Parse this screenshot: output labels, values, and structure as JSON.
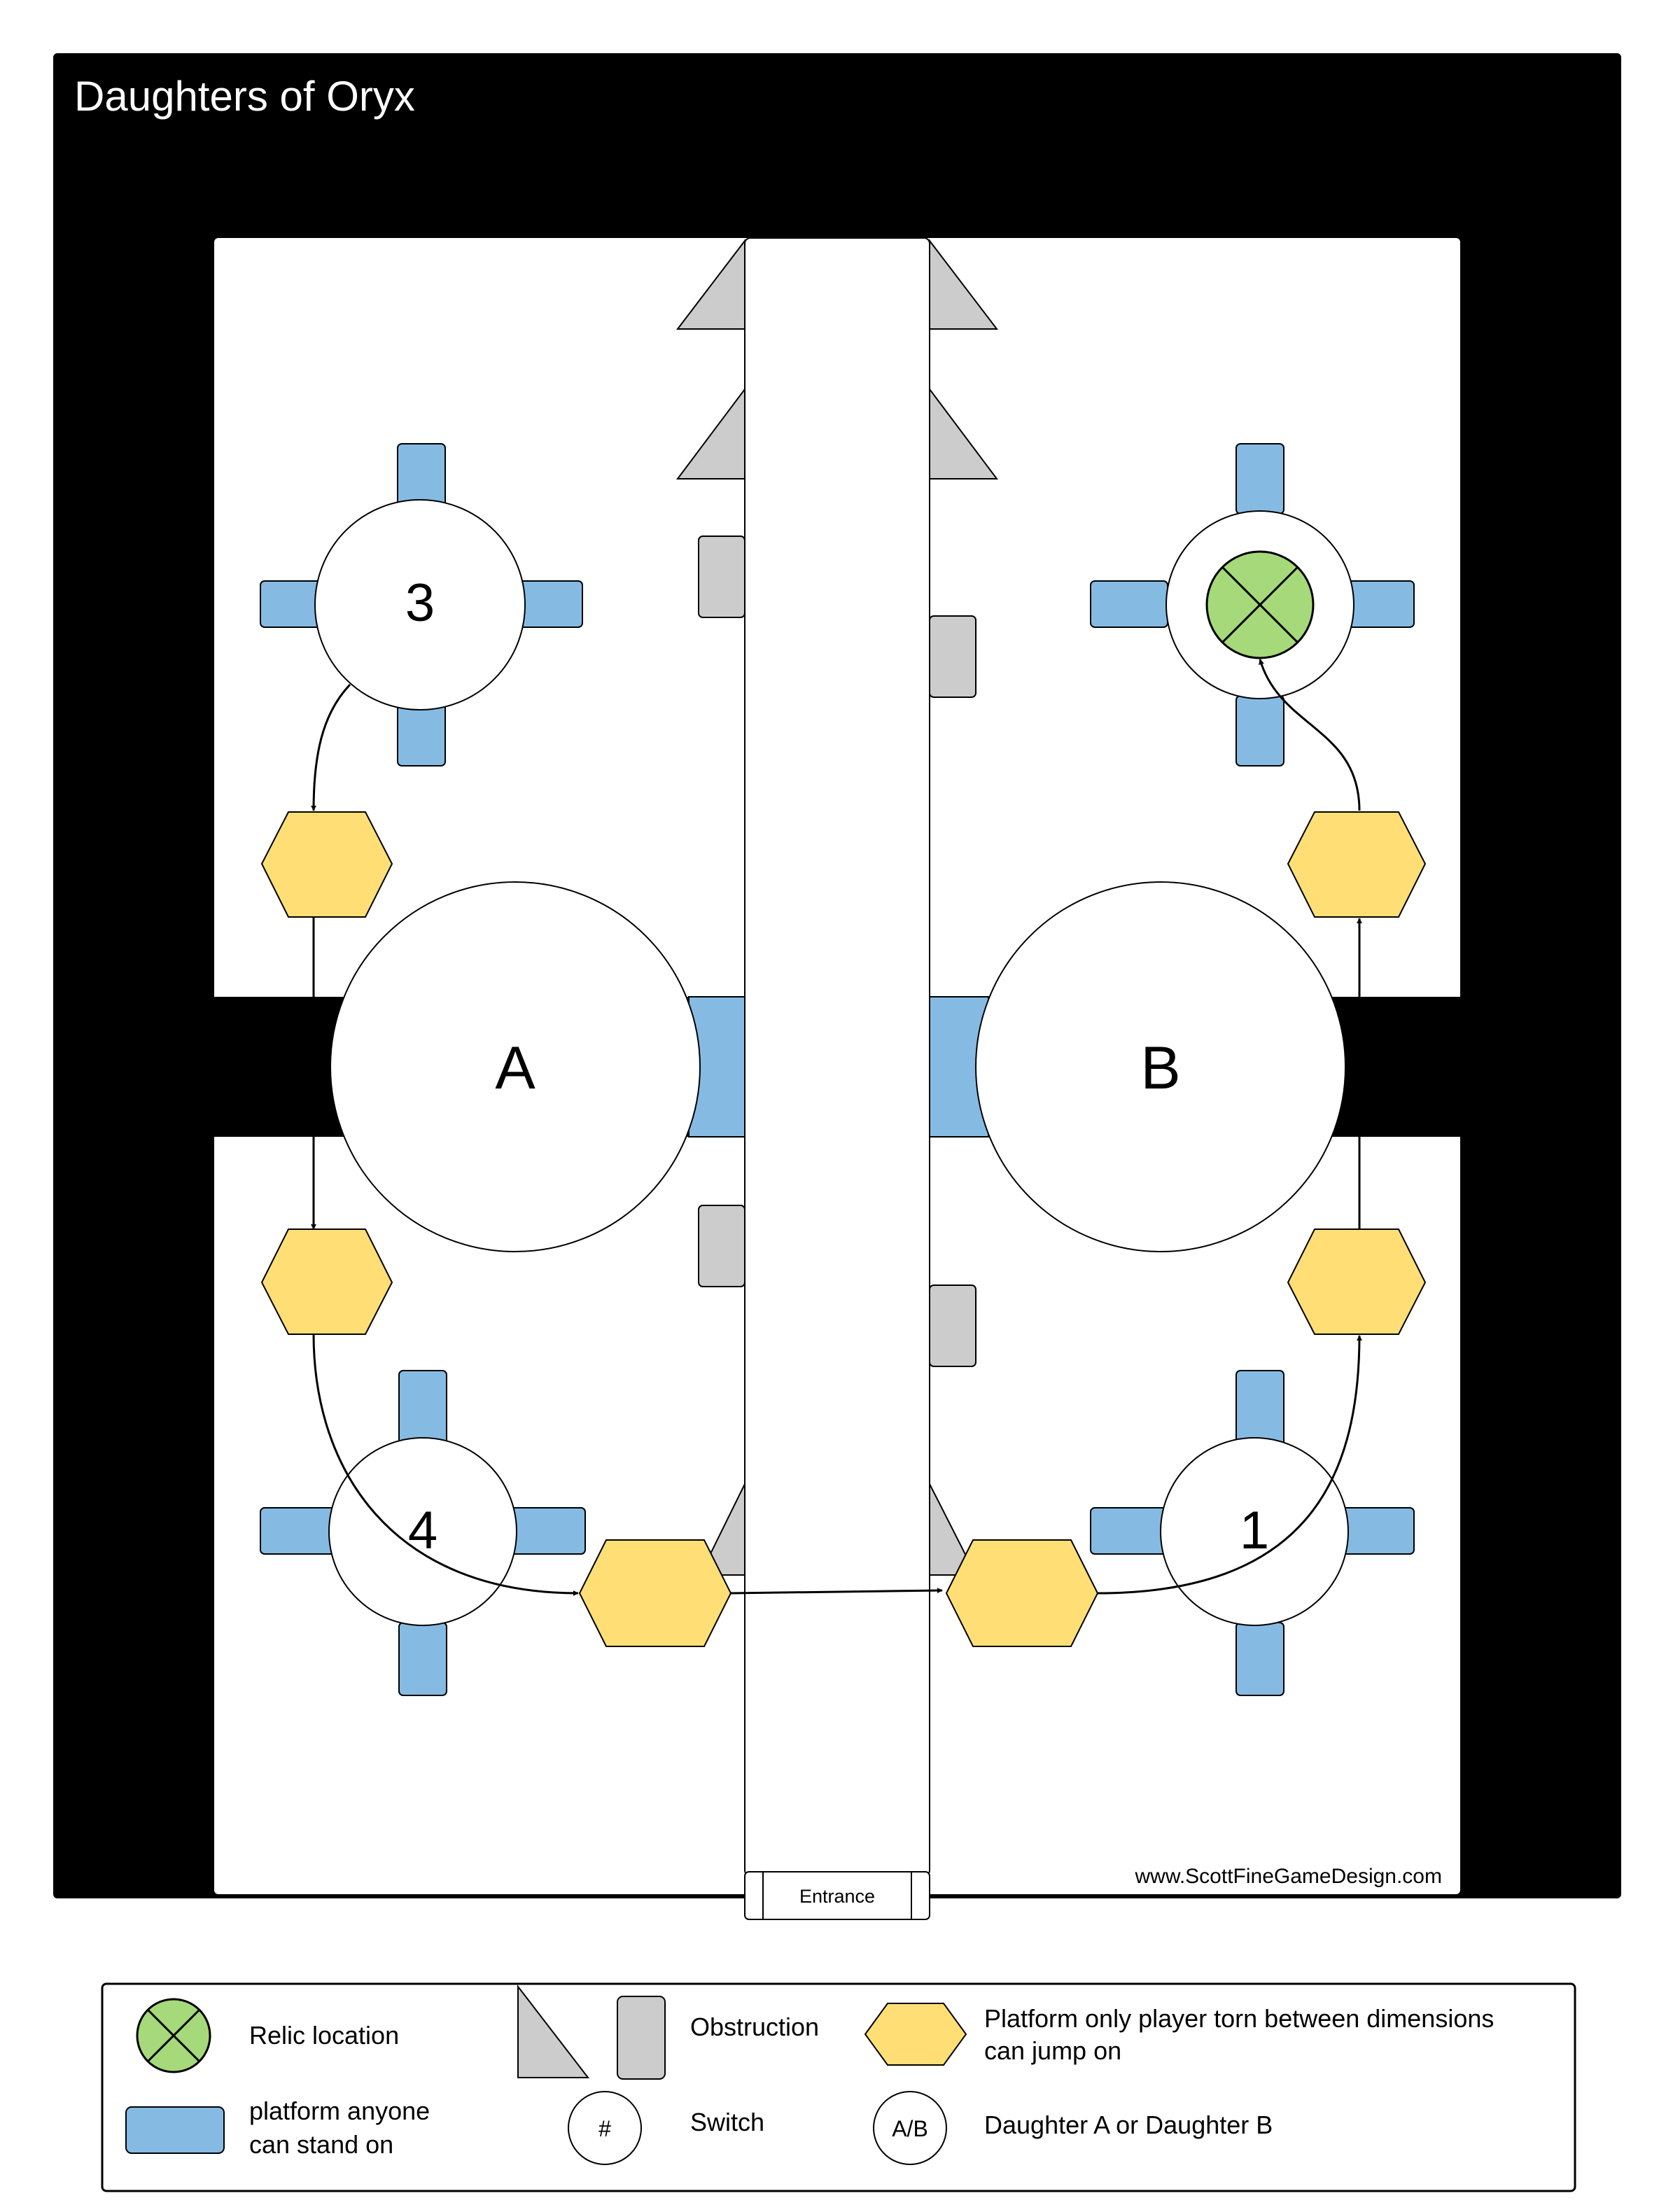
{
  "title": "Daughters of Oryx",
  "website": "www.ScottFineGameDesign.com",
  "entrance_label": "Entrance",
  "daughters": [
    {
      "id": "daughter-a",
      "label": "A"
    },
    {
      "id": "daughter-b",
      "label": "B"
    }
  ],
  "switches": [
    {
      "id": "switch-1",
      "label": "1"
    },
    {
      "id": "switch-3",
      "label": "3"
    },
    {
      "id": "switch-4",
      "label": "4"
    }
  ],
  "relic_icon": "relic-x-icon",
  "colors": {
    "wall": "#000000",
    "floor": "#ffffff",
    "platform": "#85bbe3",
    "torn_platform": "#ffdf75",
    "relic": "#a6d97a",
    "obstruction": "#cccccc",
    "stroke": "#000000"
  },
  "legend": {
    "relic_location": "Relic location",
    "obstruction": "Obstruction",
    "torn_platform_line1": "Platform only player torn between dimensions",
    "torn_platform_line2": "can jump on",
    "platform_line1": "platform anyone",
    "platform_line2": "can stand on",
    "switch_symbol": "#",
    "switch": "Switch",
    "daughter_symbol": "A/B",
    "daughter": "Daughter A or Daughter B"
  }
}
